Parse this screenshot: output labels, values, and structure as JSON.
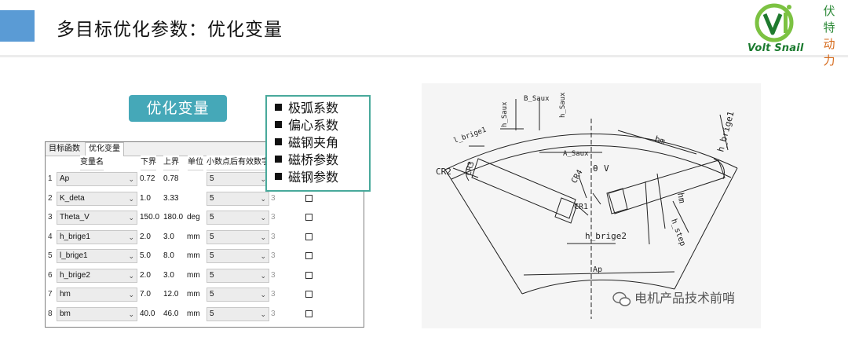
{
  "header": {
    "title": "多目标优化参数：优化变量",
    "logo_text": "Volt Snail",
    "logo_cn": [
      "伏",
      "特",
      "动",
      "力"
    ]
  },
  "pill_label": "优化变量",
  "panel": {
    "tabs": [
      "目标函数",
      "优化变量"
    ],
    "columns": [
      "变量名",
      "下界",
      "上界",
      "单位",
      "小数点后有效数字"
    ],
    "rows": [
      {
        "num": "1",
        "name": "Ap",
        "lower": "0.72",
        "upper": "0.78",
        "unit": "",
        "decimals": "5",
        "extra": ""
      },
      {
        "num": "2",
        "name": "K_deta",
        "lower": "1.0",
        "upper": "3.33",
        "unit": "",
        "decimals": "5",
        "extra": "3"
      },
      {
        "num": "3",
        "name": "Theta_V",
        "lower": "150.0",
        "upper": "180.0",
        "unit": "deg",
        "decimals": "5",
        "extra": "3"
      },
      {
        "num": "4",
        "name": "h_brige1",
        "lower": "2.0",
        "upper": "3.0",
        "unit": "mm",
        "decimals": "5",
        "extra": "3"
      },
      {
        "num": "5",
        "name": "l_brige1",
        "lower": "5.0",
        "upper": "8.0",
        "unit": "mm",
        "decimals": "5",
        "extra": "3"
      },
      {
        "num": "6",
        "name": "h_brige2",
        "lower": "2.0",
        "upper": "3.0",
        "unit": "mm",
        "decimals": "5",
        "extra": "3"
      },
      {
        "num": "7",
        "name": "hm",
        "lower": "7.0",
        "upper": "12.0",
        "unit": "mm",
        "decimals": "5",
        "extra": "3"
      },
      {
        "num": "8",
        "name": "bm",
        "lower": "40.0",
        "upper": "46.0",
        "unit": "mm",
        "decimals": "5",
        "extra": "3"
      }
    ]
  },
  "callout": {
    "items": [
      "极弧系数",
      "偏心系数",
      "磁钢夹角",
      "磁桥参数",
      "磁钢参数"
    ]
  },
  "diagram": {
    "labels": {
      "b_saux": "B_Saux",
      "h_saux_a": "h_Saux",
      "h_saux_b": "h_Saux",
      "l_brige": "l_brige1",
      "a_saux": "A_Saux",
      "bm": "bm",
      "h_brige1": "h_brige1",
      "cr2": "CR2",
      "cr3": "CR3",
      "cr4": "CR4",
      "theta": "θ",
      "v": "V",
      "cr1": "CR1",
      "hm": "hm",
      "h_step": "h_step",
      "h_brige2": "h_brige2",
      "ap": "Ap"
    }
  },
  "watermark": "电机产品技术前哨"
}
